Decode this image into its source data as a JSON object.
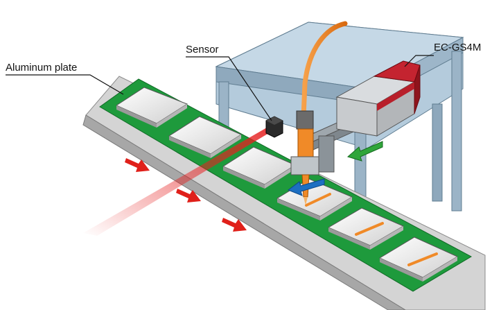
{
  "labels": {
    "sensor": "Sensor",
    "aluminum_plate": "Aluminum plate",
    "model": "EC-GS4M"
  },
  "colors": {
    "belt": "#1e9a3c",
    "rail": "#cfcfcf",
    "table": "#a9c3d6",
    "cable": "#f08a28",
    "motor": "#b81f2a",
    "arrow_red": "#e0201a",
    "arrow_blue": "#1d6fc2",
    "arrow_green": "#2fa53a",
    "laser": "#e62020",
    "weld_mark": "#f08a28"
  },
  "icons": {
    "conveyor": "conveyor-belt-icon",
    "sensor": "laser-sensor-icon",
    "gun": "dispense-gun-icon"
  }
}
